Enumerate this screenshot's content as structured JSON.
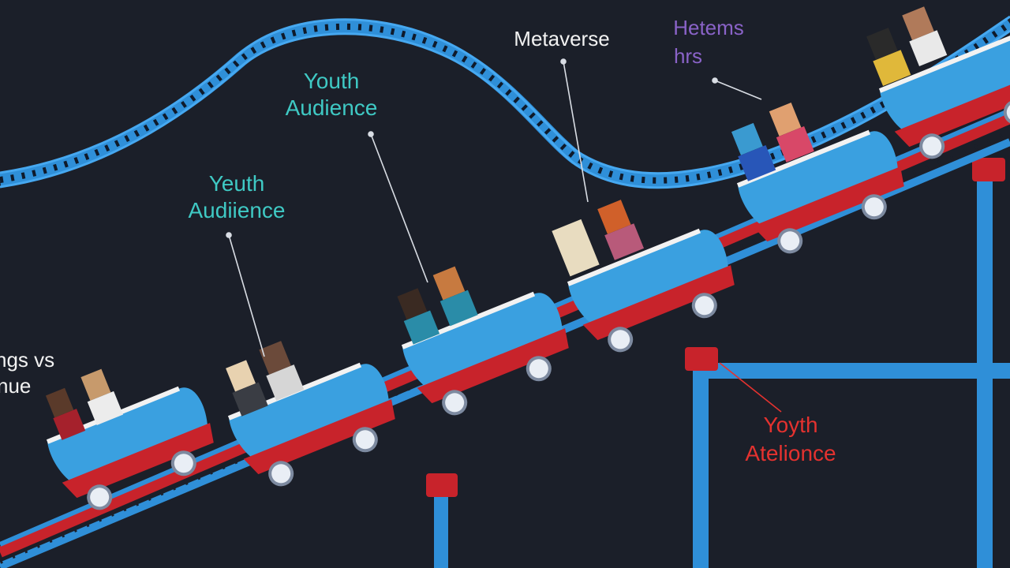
{
  "scene": {
    "labels": {
      "edge_line1": "ngs vs",
      "edge_line2": "nue",
      "youth_left_line1": "Yeuth",
      "youth_left_line2": "Audiience",
      "youth_mid_line1": "Youth",
      "youth_mid_line2": "Audience",
      "metaverse": "Metaverse",
      "purple_line1": "Hetems",
      "purple_line2": "hrs",
      "youth_red_line1": "Yoyth",
      "youth_red_line2": "Atelionce"
    },
    "colors": {
      "background": "#1b1f29",
      "track_blue": "#2f8fd8",
      "rail_red": "#c8232b",
      "cart_blue": "#3aa0e0",
      "label_cyan": "#3fc9c4",
      "label_white": "#f2f2f2",
      "label_purple": "#8a63c8",
      "label_red": "#e4322f"
    }
  }
}
